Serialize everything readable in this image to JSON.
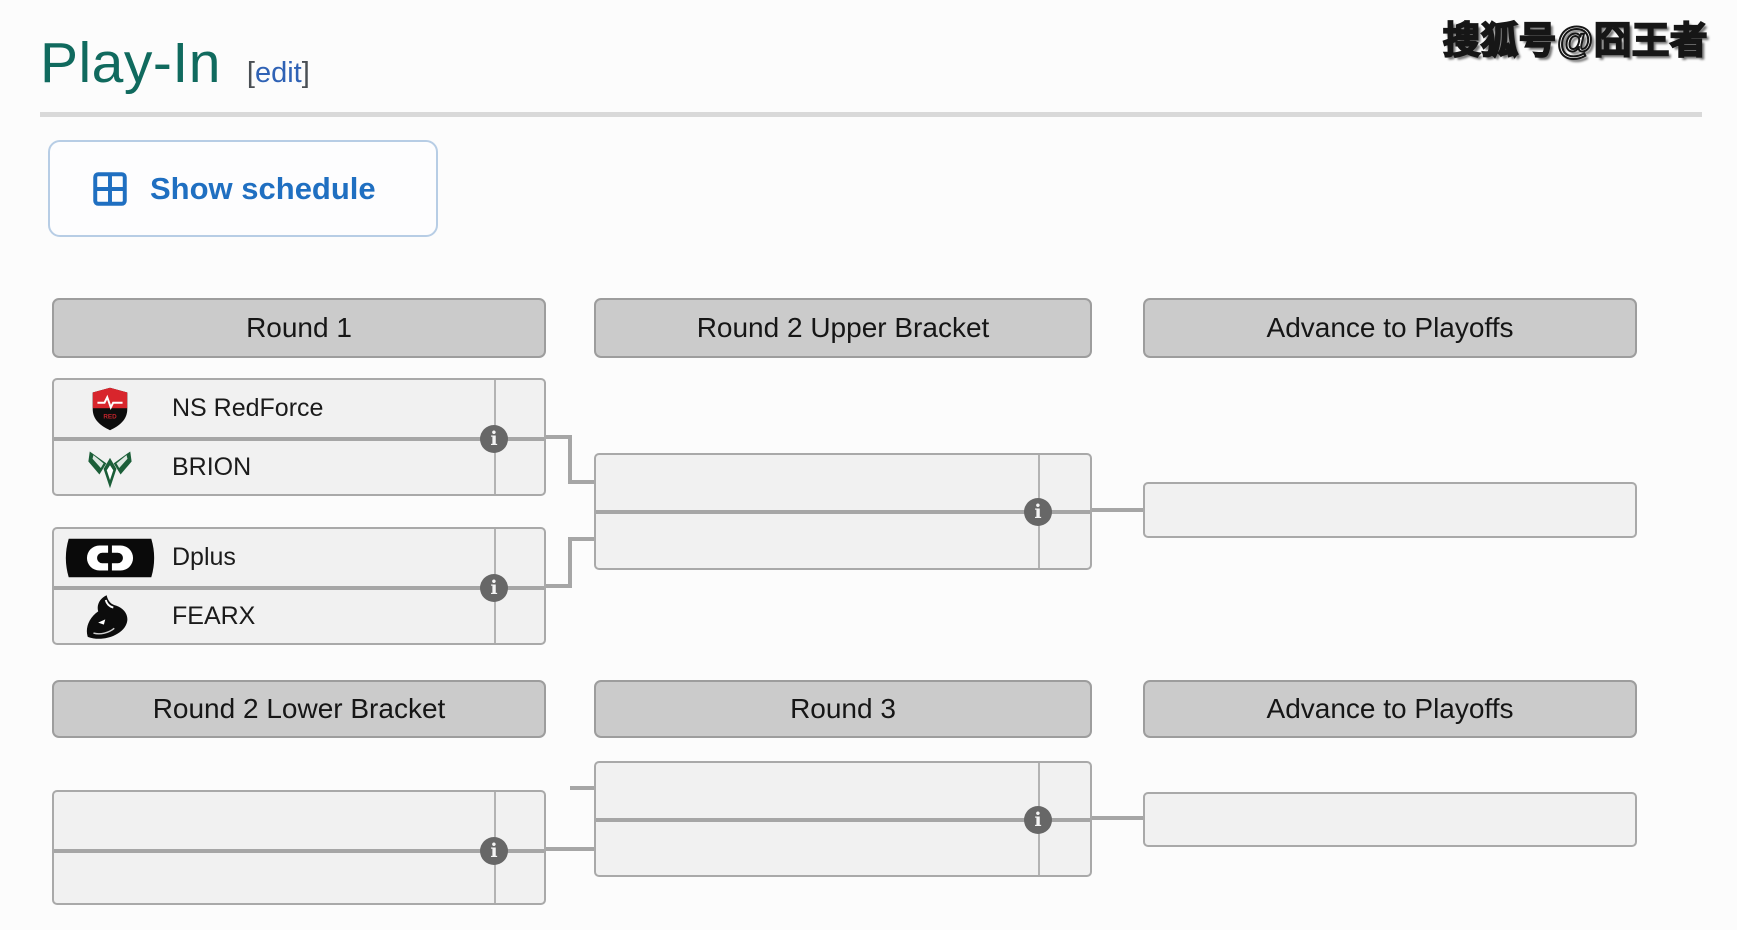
{
  "page": {
    "title": "Play-In",
    "edit": {
      "open": "[",
      "label": "edit",
      "close": "]"
    },
    "watermark": "搜狐号@囧王者"
  },
  "toolbar": {
    "show_schedule_label": "Show schedule"
  },
  "bracket": {
    "info_glyph": "i",
    "upper": {
      "headers": {
        "round1": "Round 1",
        "round2": "Round 2 Upper Bracket",
        "advance": "Advance to Playoffs"
      },
      "match1": {
        "team1": {
          "name": "NS RedForce",
          "logo": "ns-redforce-logo"
        },
        "team2": {
          "name": "BRION",
          "logo": "brion-logo"
        }
      },
      "match2": {
        "team1": {
          "name": "Dplus",
          "logo": "dplus-logo"
        },
        "team2": {
          "name": "FEARX",
          "logo": "fearx-logo"
        }
      }
    },
    "lower": {
      "headers": {
        "round2": "Round 2 Lower Bracket",
        "round3": "Round 3",
        "advance": "Advance to Playoffs"
      }
    }
  },
  "colors": {
    "title_teal": "#106a5e",
    "link_blue": "#2f62b5",
    "button_blue": "#1f6fc1",
    "header_gray": "#cbcbcb",
    "row_gray": "#f1f1f1",
    "line_gray": "#a6a6a6",
    "ns_red": "#d8252c",
    "brion_green": "#1b5e38",
    "black_logo": "#0d0d0d"
  }
}
